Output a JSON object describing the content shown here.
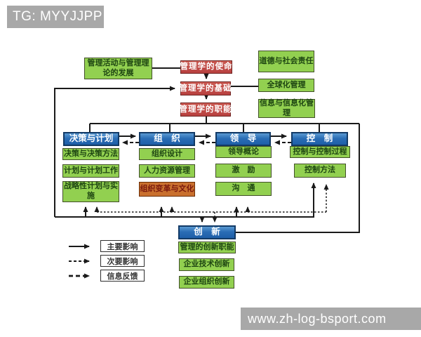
{
  "banners": {
    "top": "TG: MYYJJPP",
    "bottom": "www.zh-log-bsport.com"
  },
  "flow": {
    "development": "管理活动与管理理论的发展",
    "mission": "管理学的使命",
    "ethics": "道德与社会责任",
    "foundation": "管理学的基础",
    "globalization": "全球化管理",
    "functions": "管理学的职能",
    "information": "信息与信息化管理"
  },
  "columns": [
    {
      "header": "决策与计划",
      "items": [
        "决策与决策方法",
        "计划与计划工作",
        "战略性计划与实施"
      ]
    },
    {
      "header": "组　织",
      "items": [
        "组织设计",
        "人力资源管理",
        "组织变革与文化"
      ]
    },
    {
      "header": "领　导",
      "items": [
        "领导概论",
        "激　励",
        "沟　通"
      ]
    },
    {
      "header": "控　制",
      "items": [
        "控制与控制过程",
        "控制方法"
      ]
    }
  ],
  "innovation": {
    "header": "创　新",
    "items": [
      "管理的创新职能",
      "企业技术创新",
      "企业组织创新"
    ]
  },
  "legend": [
    {
      "label": "主要影响",
      "line_style": "solid"
    },
    {
      "label": "次要影响",
      "line_style": "dashed-fine"
    },
    {
      "label": "信息反馈",
      "line_style": "dashed-coarse"
    }
  ],
  "colors": {
    "green_fill": "#92d050",
    "blue_fill": "#2a6db5",
    "red_fill": "#b84140",
    "orange_fill": "#c9702e",
    "banner_gray": "#a8a8a8",
    "line": "#1a1a1a"
  }
}
